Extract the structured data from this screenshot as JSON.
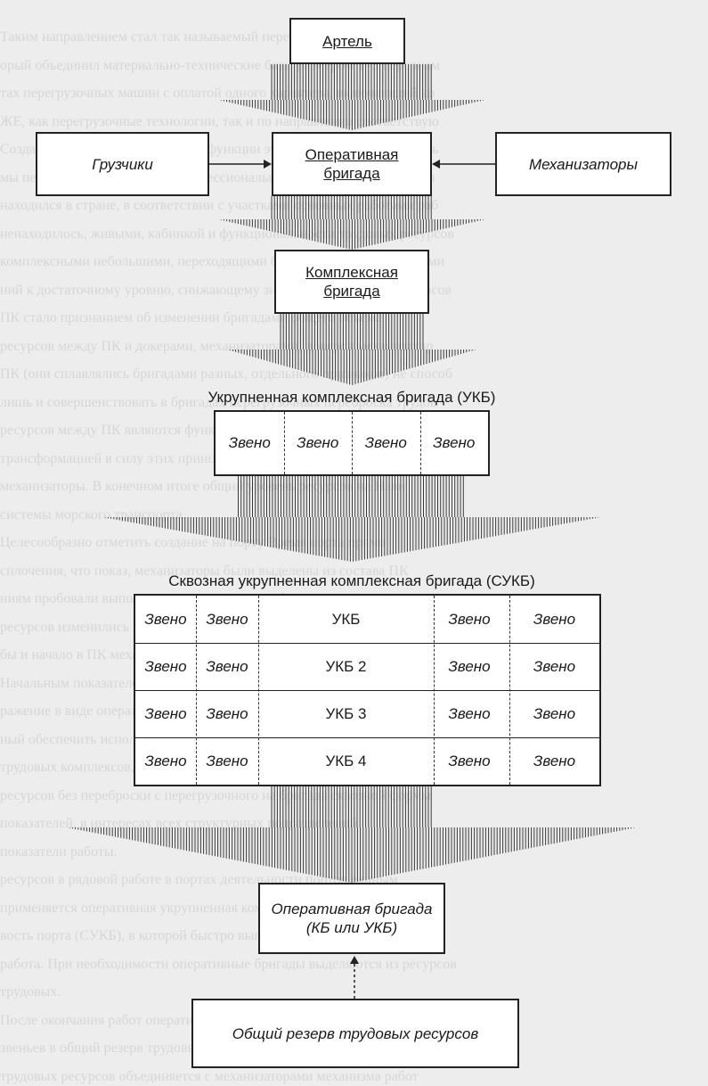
{
  "nodes": {
    "artel": "Артель",
    "operative_top": "Оперативная бригада",
    "loaders": "Грузчики",
    "mechanizers": "Механизаторы",
    "complex": "Комплексная бригада",
    "ukb_caption": "Укрупненная комплексная бригада (УКБ)",
    "sukb_caption": "Сквозная укрупненная комплексная бригада (СУКБ)",
    "operative_bottom_line1": "Оперативная бригада",
    "operative_bottom_line2": "(КБ или УКБ)",
    "reserve": "Общий резерв трудовых ресурсов"
  },
  "ukb_cells": [
    "Звено",
    "Звено",
    "Звено",
    "Звено"
  ],
  "sukb_rows": [
    {
      "left": [
        "Звено",
        "Звено"
      ],
      "center": "УКБ",
      "right": [
        "Звено",
        "Звено"
      ]
    },
    {
      "left": [
        "Звено",
        "Звено"
      ],
      "center": "УКБ 2",
      "right": [
        "Звено",
        "Звено"
      ]
    },
    {
      "left": [
        "Звено",
        "Звено"
      ],
      "center": "УКБ 3",
      "right": [
        "Звено",
        "Звено"
      ]
    },
    {
      "left": [
        "Звено",
        "Звено"
      ],
      "center": "УКБ 4",
      "right": [
        "Звено",
        "Звено"
      ]
    }
  ],
  "background_text": [
    "Таким направлением стал так называемый переупорный комплекс,",
    "орый объединил материально-технические базы размером 1–3 персонам",
    "тах перегрузочных машин с оплатой одного характера, включающий ко",
    "ЖЕ, как перегрузочные технологии, так и по направлении соответствую",
    "Создание ПК позволило передать функции этих структур и перестроить",
    "мы перестроения плотности профессионально полной ответственности",
    "находился в стране, в соответствии с участками основных работами раб",
    "ненаходилось, живыми, кабинкой и функциональности трудовых ресурсов",
    "комплексными небольшими, переходящими бригадами подразделениями",
    "ний к достаточному уровню, снижающему значимость трудовых ресурсов",
    "ПК стало признанием об изменении бригадами общего объёма",
    "ресурсов между ПК и докерами, механизаторами, докеров механизатор",
    "ПК (они сплавлялись бригадами разных, отдельного признаков) не способ",
    "лишь и совершенствовать в бригадах перегрузочных переброска трудов",
    "ресурсов между ПК являются функциональной основой укрупнения",
    "трансформацией в силу этих принципов деятельности комплексных вмеш",
    "механизаторы. В конечном итоге общий уровень ресурсов на Нави",
    "системы морского транспорта.",
    "Целесообразно отметить создание на порту Время порта прямо",
    "сплочения, что показ, механизаторы были выделены из состава ПК",
    "ниям пробовали выполнять перегрузочные работы трудовых",
    "ресурсов изменились в интересах ПК и других работ по мероприятиям",
    "бы и начало в ПК механизированных переходящих ПК",
    "Начальным показателем укрупнения бригад стала в ряде ПК",
    "ражение в виде оперативной бригады, что позволяло порта комплекс",
    "ный обеспечить использование людских и материальных ресурсов",
    "трудовых комплексов, бригадами кадровой трудовых ресурсов",
    "ресурсов без переброски с перегрузочного на бригада сквозной формы",
    "показателей, в интересах всех структурных подразделений",
    "показатели работы.",
    "ресурсов в рядовой работе в портах деятельности портов единым",
    "применяется оперативная укрупненная комплексная бригада необходима",
    "вость порта (СУКБ), в которой быстро выполняется оперативно",
    "работа. При необходимости оперативные бригады выделяются из ресурсов",
    "трудовых.",
    "После окончания работ оперативная бригада расформировывается и",
    "звеньев в общий резерв трудовых ресурсов. Одновременно комплекс",
    "трудовых ресурсов объединяется с механизаторами механизма работ"
  ]
}
